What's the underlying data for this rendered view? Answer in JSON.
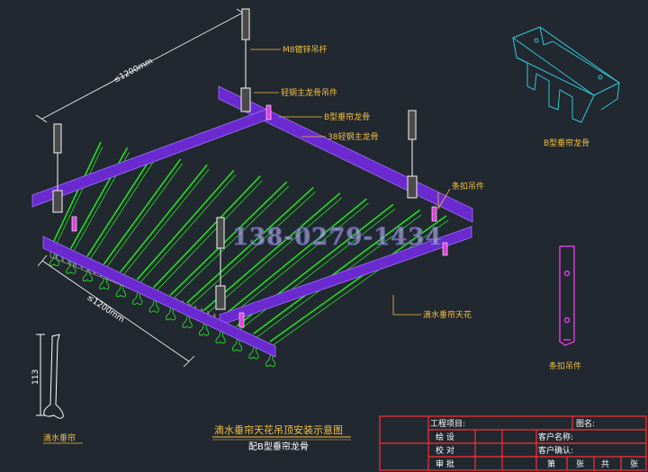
{
  "drawing": {
    "dim_top": "≤1200mm",
    "dim_bottom": "≤1200mm",
    "dim_height": "113",
    "watermark": "138-0279-1434",
    "callouts": {
      "ms_rod": "M8镀锌吊杆",
      "main_hanger": "轻钢主龙骨吊件",
      "b_keel": "B型垂帘龙骨",
      "main_keel": "38轻钢主龙骨",
      "clip_hanger": "条扣吊件",
      "drip_ceiling": "滴水垂帘天花"
    },
    "detail_labels": {
      "b_keel": "B型垂帘龙骨",
      "clip_hanger": "条扣吊件",
      "drip_panel": "滴水垂帘"
    },
    "caption": {
      "title": "滴水垂帘天花吊顶安装示意图",
      "subtitle": "配B型垂帘龙骨"
    }
  },
  "title_block": {
    "project": "工程项目:",
    "drawing_name": "图名:",
    "customer_name": "客户名称:",
    "customer_confirm": "客户确认:",
    "rows": [
      "绘 设",
      "校 对",
      "审 批"
    ],
    "sheet_no": "第",
    "sheet_unit1": "张",
    "sheet_total": "共",
    "sheet_unit2": "张"
  },
  "colors": {
    "background": "#222830",
    "main_keel": "#8a3cff",
    "panel": "#22e022",
    "rod": "#d8d8d8",
    "label": "#f0c040",
    "title_block": "#ff3030"
  }
}
